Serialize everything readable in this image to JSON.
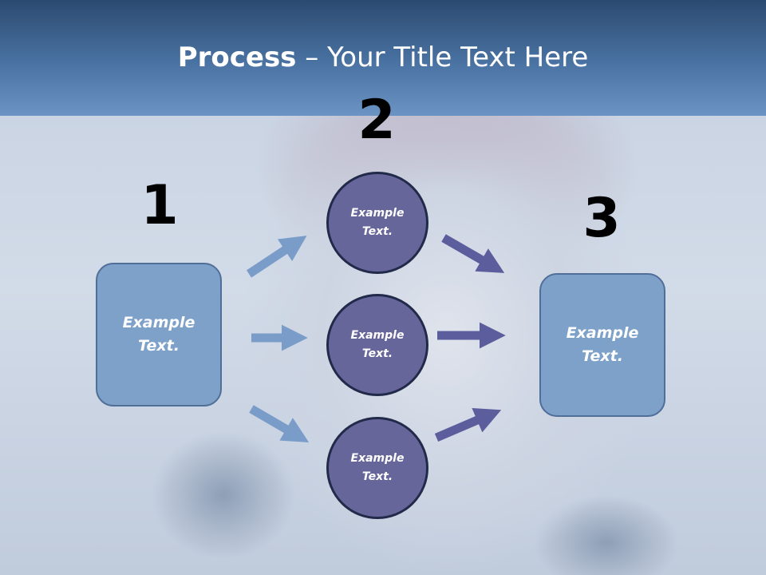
{
  "title": {
    "bold": "Process",
    "rest": " – Your Title Text Here"
  },
  "steps": {
    "one": "1",
    "two": "2",
    "three": "3"
  },
  "box_left": {
    "line1": "Example",
    "line2": "Text."
  },
  "box_right": {
    "line1": "Example",
    "line2": "Text."
  },
  "circles": [
    {
      "line1": "Example",
      "line2": "Text."
    },
    {
      "line1": "Example",
      "line2": "Text."
    },
    {
      "line1": "Example",
      "line2": "Text."
    }
  ],
  "colors": {
    "left_arrows": "#7a9cc8",
    "right_arrows": "#5b5d9c",
    "box": "#7ea1c9",
    "circle": "#66669a"
  }
}
